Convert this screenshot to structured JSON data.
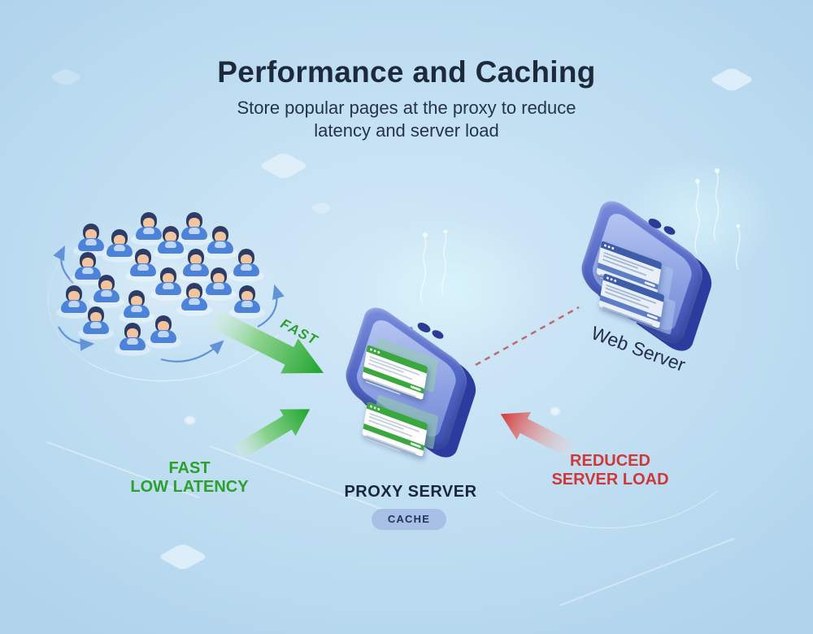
{
  "header": {
    "title": "Performance and Caching",
    "subtitle_line1": "Store popular pages at the proxy to reduce",
    "subtitle_line2": "latency and server load"
  },
  "clients": {
    "user_count": 20
  },
  "proxy": {
    "label": "PROXY SERVER",
    "badge": "CACHE"
  },
  "web_server": {
    "label": "Web Server"
  },
  "annotations": {
    "fast_arrow_label": "FAST",
    "client_benefit_line1": "FAST",
    "client_benefit_line2": "LOW LATENCY",
    "server_benefit_line1": "REDUCED",
    "server_benefit_line2": "SERVER LOAD"
  },
  "colors": {
    "background": "#bddcf1",
    "title_text": "#1d2a3c",
    "accent_green": "#2ba12c",
    "accent_red": "#cf3838",
    "device_blue": "#5468c6",
    "card_header_green": "#3aa83f",
    "card_header_blue": "#3d5caa",
    "badge_bg": "#a9c0e6",
    "badge_text": "#1f3358",
    "connector_red_dashed": "#bb5551",
    "curved_arrow_blue": "#6292d8"
  }
}
